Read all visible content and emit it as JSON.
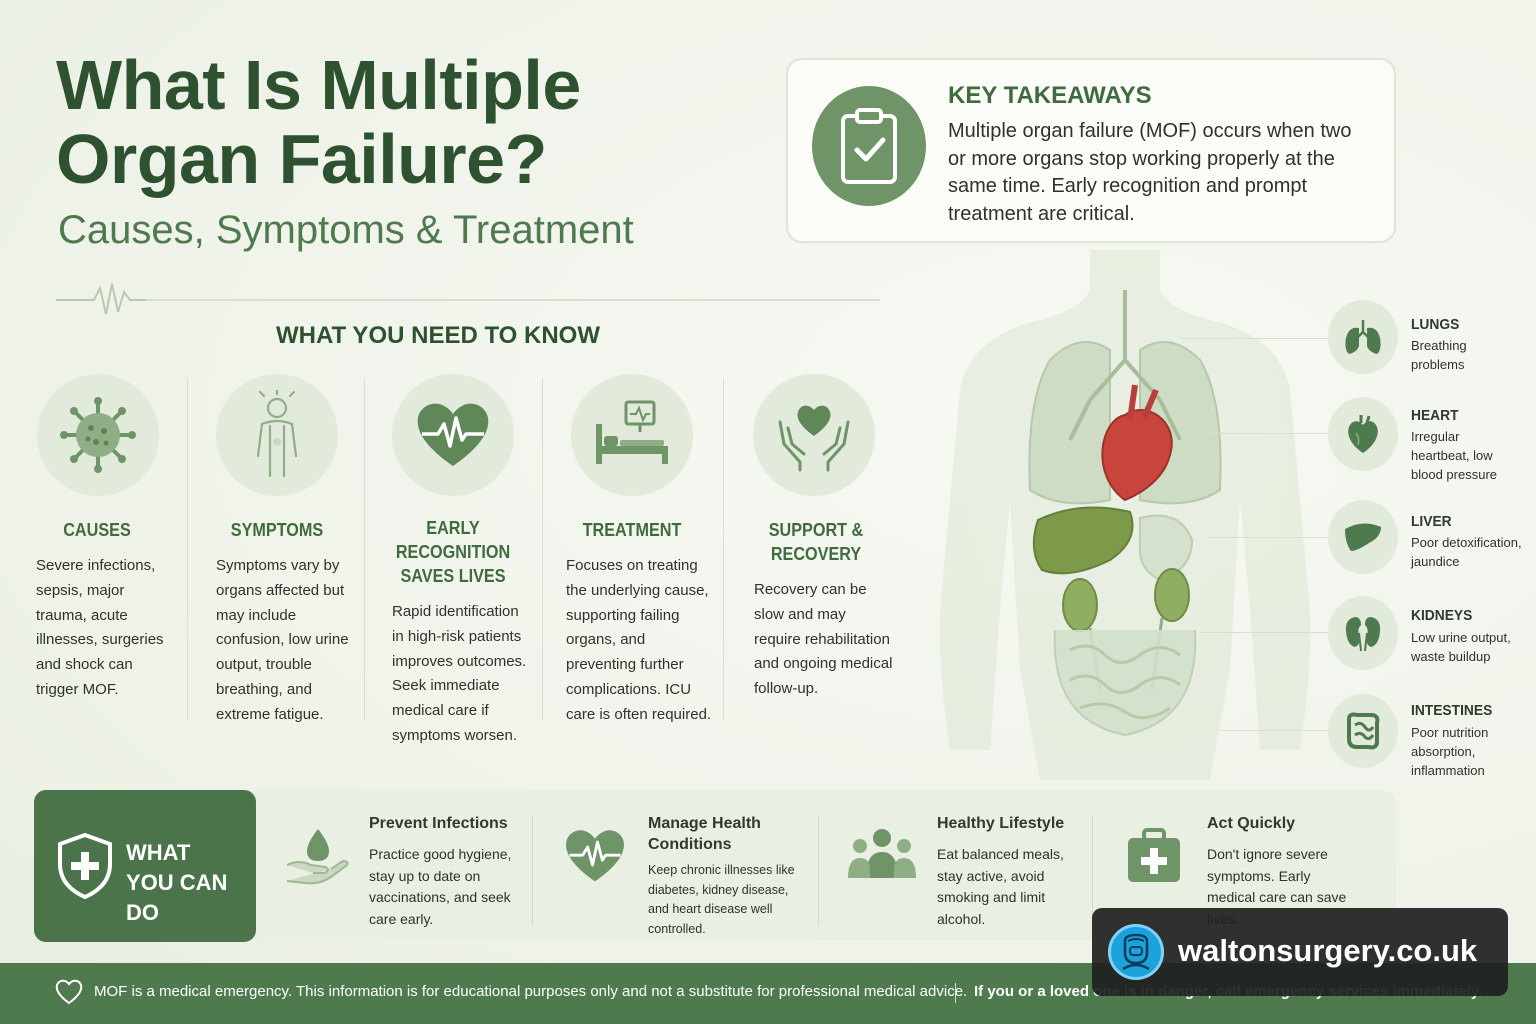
{
  "header": {
    "title_line1": "What Is Multiple",
    "title_line2": "Organ Failure?",
    "subtitle": "Causes, Symptoms & Treatment"
  },
  "key_takeaways": {
    "title": "KEY TAKEAWAYS",
    "text": "Multiple organ failure (MOF) occurs when two or more organs stop working properly at the same time. Early recognition and prompt treatment are critical.",
    "icon": "clipboard-check-icon"
  },
  "need_to_know": {
    "title": "WHAT YOU NEED TO KNOW",
    "items": [
      {
        "icon": "virus-icon",
        "title": "CAUSES",
        "text": "Severe infections, sepsis, major trauma, acute illnesses, surgeries and shock can trigger MOF."
      },
      {
        "icon": "person-icon",
        "title": "SYMPTOMS",
        "text": "Symptoms vary by organs affected but may include confusion, low urine output, trouble breathing, and extreme fatigue."
      },
      {
        "icon": "heartbeat-icon",
        "title_line1": "EARLY RECOGNITION",
        "title_line2": "SAVES LIVES",
        "text": "Rapid identification in high-risk patients improves outcomes. Seek immediate medical care if symptoms worsen."
      },
      {
        "icon": "hospital-bed-icon",
        "title": "TREATMENT",
        "text": "Focuses on treating the underlying cause, supporting failing organs, and preventing further complications. ICU care is often required."
      },
      {
        "icon": "hands-heart-icon",
        "title": "SUPPORT & RECOVERY",
        "text": "Recovery can be slow and may require rehabilitation and ongoing medical follow-up."
      }
    ]
  },
  "organs": [
    {
      "icon": "lungs-icon",
      "name": "LUNGS",
      "desc": "Breathing problems"
    },
    {
      "icon": "heart-icon",
      "name": "HEART",
      "desc": "Irregular heartbeat, low blood pressure"
    },
    {
      "icon": "liver-icon",
      "name": "LIVER",
      "desc": "Poor detoxification, jaundice"
    },
    {
      "icon": "kidneys-icon",
      "name": "KIDNEYS",
      "desc": "Low urine output, waste buildup"
    },
    {
      "icon": "intestines-icon",
      "name": "INTESTINES",
      "desc": "Poor nutrition absorption, inflammation"
    }
  ],
  "what_you_can_do": {
    "label_line1": "WHAT",
    "label_line2": "YOU CAN DO",
    "icon": "shield-plus-icon",
    "actions": [
      {
        "icon": "hand-drop-icon",
        "title": "Prevent Infections",
        "text": "Practice good hygiene, stay up to date on vaccinations, and seek care early."
      },
      {
        "icon": "heartbeat-icon",
        "title": "Manage Health Conditions",
        "text": "Keep chronic illnesses like diabetes, kidney disease, and heart disease well controlled."
      },
      {
        "icon": "people-icon",
        "title": "Healthy Lifestyle",
        "text": "Eat balanced meals, stay active, avoid smoking and limit alcohol."
      },
      {
        "icon": "first-aid-kit-icon",
        "title": "Act Quickly",
        "text": "Don't ignore severe symptoms. Early medical care can save lives."
      }
    ]
  },
  "footer": {
    "text": "MOF is a medical emergency. This information is for educational purposes only and not a substitute for professional medical advice.",
    "emergency": "If you or a loved one is in danger, call emergency services immediately."
  },
  "watermark": {
    "text": "waltonsurgery.co.uk"
  },
  "colors": {
    "primary_green": "#2e5230",
    "accent_green": "#4c744b",
    "heart_red": "#c8453c",
    "liver_green": "#7c9a4a"
  }
}
